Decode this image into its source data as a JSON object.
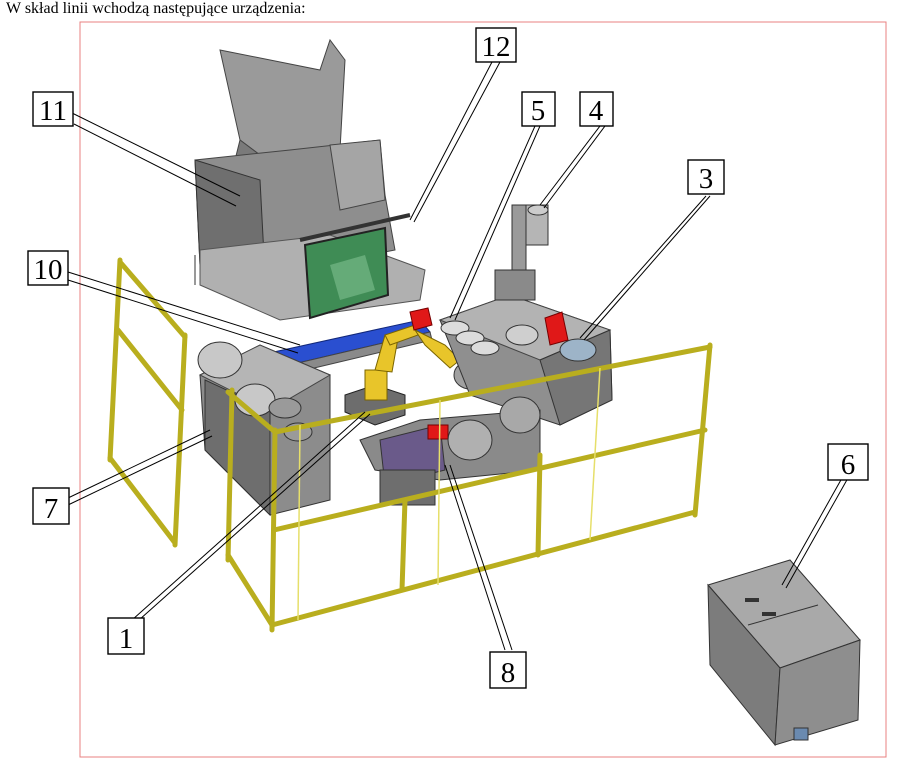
{
  "heading": "W skład linii wchodzą następujące urządzenia:",
  "colors": {
    "fence": "#d8cf3a",
    "robot": "#e8c52a",
    "conveyor": "#2a4fd0",
    "red_part": "#e01818",
    "metal": "#8d8d8d",
    "frame_border": "#e06060"
  },
  "callouts": [
    {
      "id": "11",
      "label": "11"
    },
    {
      "id": "12",
      "label": "12"
    },
    {
      "id": "5",
      "label": "5"
    },
    {
      "id": "4",
      "label": "4"
    },
    {
      "id": "3",
      "label": "3"
    },
    {
      "id": "10",
      "label": "10"
    },
    {
      "id": "7",
      "label": "7"
    },
    {
      "id": "1",
      "label": "1"
    },
    {
      "id": "8",
      "label": "8"
    },
    {
      "id": "6",
      "label": "6"
    }
  ]
}
